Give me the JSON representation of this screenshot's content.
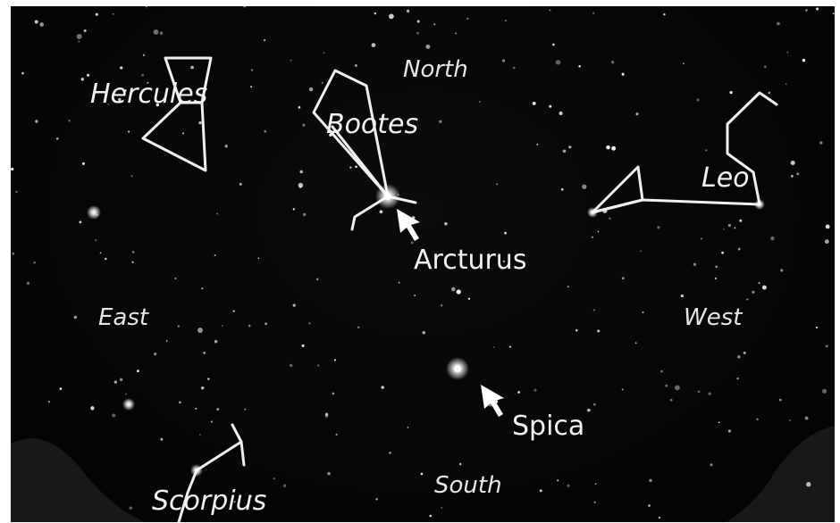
{
  "labels": {
    "north": "North",
    "south": "South",
    "east": "East",
    "west": "West",
    "hercules": "Hercules",
    "bootes": "Bootes",
    "leo": "Leo",
    "scorpius": "Scorpius",
    "arcturus": "Arcturus",
    "spica": "Spica"
  },
  "colors": {
    "sky": "#050505",
    "lines": "#f0f0f0",
    "text": "#f2f2f2"
  },
  "icons": [
    "arrow-icon"
  ]
}
